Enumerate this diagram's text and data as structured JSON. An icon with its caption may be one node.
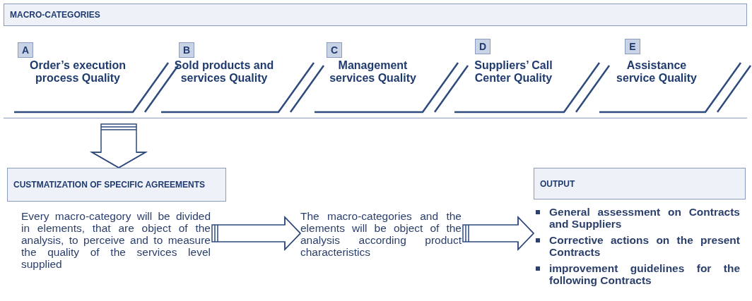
{
  "diagram": {
    "nodes": [
      {
        "text": [
          "MACRO-CATEGORIES"
        ]
      },
      {
        "text": [
          "A"
        ]
      },
      {
        "text": [
          "Order’s execution process Quality"
        ]
      },
      {
        "text": [
          "B"
        ]
      },
      {
        "text": [
          "Sold products and services Quality"
        ]
      },
      {
        "text": [
          "C"
        ]
      },
      {
        "text": [
          "Management services Quality"
        ]
      },
      {
        "text": [
          "D"
        ]
      },
      {
        "text": [
          "Suppliers’ Call Center Quality"
        ]
      },
      {
        "text": [
          "E"
        ]
      },
      {
        "text": [
          "Assistance service Quality"
        ]
      },
      {
        "text": [
          "CUSTMATIZATION OF SPECIFIC AGREEMENTS"
        ]
      },
      {
        "text": [
          "Every macro-category will be divided in elements, that are object of the analysis, to perceive and to measure the quality of the services level supplied"
        ]
      },
      {
        "text": [
          "The macro-categories and the elements will be object of the analysis according product characteristics"
        ]
      },
      {
        "text": [
          "OUTPUT"
        ]
      },
      {
        "text": [
          "General assessment on Contracts and Suppliers",
          "Corrective actions on the present Contracts",
          "improvement guidelines for the following Contracts"
        ]
      }
    ],
    "edges": [
      {
        "from": null,
        "to": 11,
        "arrow": "to"
      },
      {
        "from": 12,
        "to": 13,
        "arrow": "to"
      },
      {
        "from": 13,
        "to": 15,
        "arrow": "to"
      }
    ]
  }
}
